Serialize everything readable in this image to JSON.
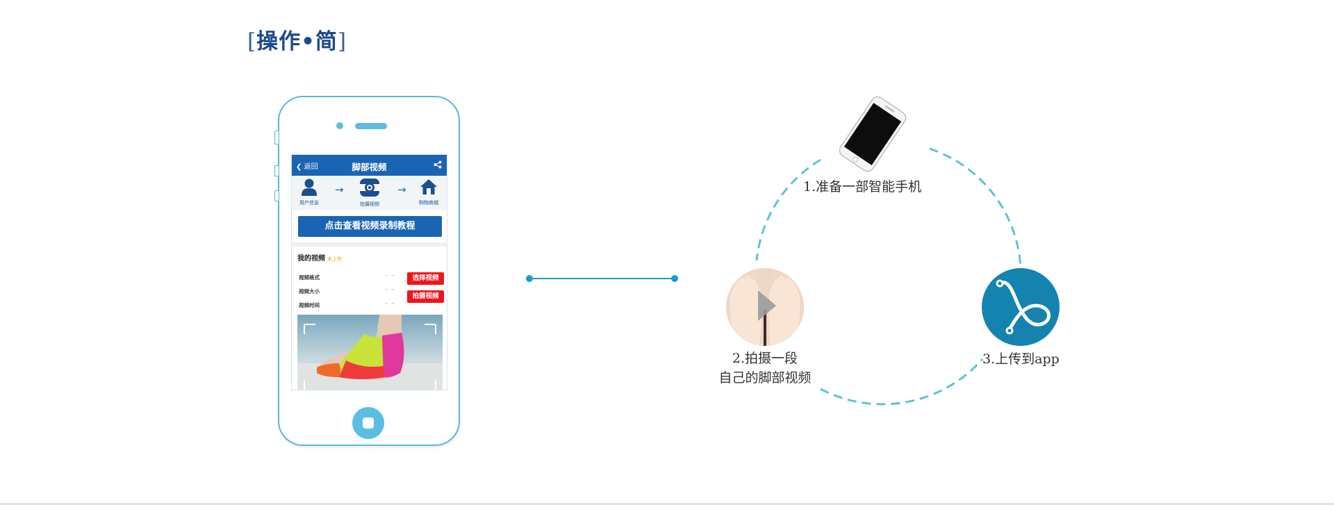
{
  "section": {
    "bracket_open": "[",
    "title": "操作•简",
    "bracket_close": "]"
  },
  "phone": {
    "navbar": {
      "back_label": "返回",
      "title": "脚部视频",
      "share_icon": "share-icon"
    },
    "steps": [
      {
        "label": "用户信息",
        "icon": "user-icon"
      },
      {
        "label": "拍摄视频",
        "icon": "camera-icon"
      },
      {
        "label": "购物商城",
        "icon": "home-icon"
      }
    ],
    "step_arrow": "→",
    "tutorial_button": "点击查看视频录制教程",
    "my_video": {
      "title": "我的视频",
      "status": "未上传"
    },
    "info": [
      {
        "label": "视频格式",
        "value": "– –"
      },
      {
        "label": "视频大小",
        "value": "– –"
      },
      {
        "label": "视频时间",
        "value": "– –"
      }
    ],
    "select_video_button": "选择视频",
    "shoot_video_button": "拍摄视频"
  },
  "cycle": {
    "steps": [
      {
        "lines": [
          "1.准备一部智能手机"
        ]
      },
      {
        "lines": [
          "2.拍摄一段",
          "自己的脚部视频"
        ]
      },
      {
        "lines": [
          "3.上传到app"
        ]
      }
    ],
    "dash_color": "#5cc3d6",
    "connector_color": "#1a9bd7",
    "app_color": "#1483af"
  }
}
